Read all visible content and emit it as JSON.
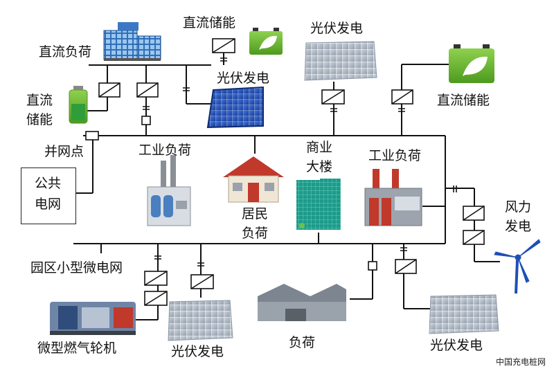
{
  "labels": {
    "dc_load": "直流负荷",
    "dc_storage_top": "直流储能",
    "pv_top_small": "光伏发电",
    "pv_top": "光伏发电",
    "dc_storage_right": "直流储能",
    "dc_storage_left_1": "直流",
    "dc_storage_left_2": "储能",
    "grid_point": "并网点",
    "public_grid_1": "公共",
    "public_grid_2": "电网",
    "industrial_load_1": "工业负荷",
    "resident_load_1": "居民",
    "resident_load_2": "负荷",
    "commercial_1": "商业",
    "commercial_2": "大楼",
    "industrial_load_2": "工业负荷",
    "wind_1": "风力",
    "wind_2": "发电",
    "microgrid": "园区小型微电网",
    "gas_turbine": "微型燃气轮机",
    "pv_bottom_left": "光伏发电",
    "load_bottom": "负荷",
    "pv_bottom_right": "光伏发电"
  },
  "watermark": "中国充电桩网",
  "colors": {
    "wire": "#111111",
    "battery_green": "#6ab42d",
    "pv_blue": "#1f4fb5",
    "pv_grey": "#9aa6b4",
    "building_blue": "#3a78c4",
    "roof_red": "#c0392b"
  }
}
